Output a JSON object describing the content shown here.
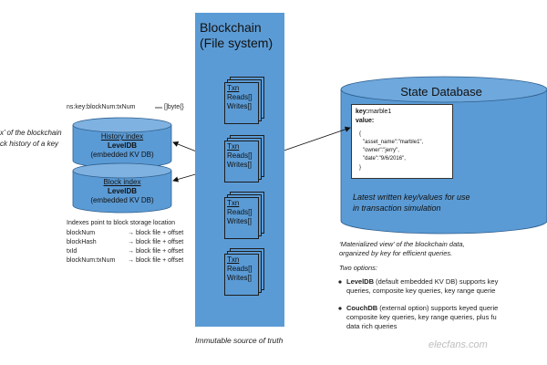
{
  "chain": {
    "title_line1": "Blockchain",
    "title_line2": "(File system)",
    "caption": "Immutable source of truth",
    "txn_label": "Txn",
    "reads_label": "Reads[]",
    "writes_label": "Writes[]"
  },
  "history": {
    "title": "History index",
    "line2": "LevelDB",
    "line3": "(embedded KV DB)",
    "key_format": "ns:key:blockNum:txNum",
    "value_format": "[]byte{}"
  },
  "block_index": {
    "title": "Block index",
    "line2": "LevelDB",
    "line3": "(embedded KV DB)",
    "note": "Indexes point to block storage location",
    "rows": [
      {
        "key": "blockNum",
        "value": "block file + offset"
      },
      {
        "key": "blockHash",
        "value": "block file + offset"
      },
      {
        "key": "txId",
        "value": "block file + offset"
      },
      {
        "key": "blockNum:txNum",
        "value": "block file + offset"
      }
    ]
  },
  "left_notes": {
    "line1": "x’ of the blockchain",
    "line2": "ck history of a key"
  },
  "state": {
    "title": "State Database",
    "kv_key_label": "key:",
    "kv_key_value": "marble1",
    "kv_value_label": "value:",
    "kv_open": "{",
    "kv_line1": "\"asset_name\":\"marble1\",",
    "kv_line2": "\"owner\":\"jerry\",",
    "kv_line3": "\"date\":\"9/6/2016\",",
    "kv_close": "}",
    "latest_line1": "Latest written key/values for use",
    "latest_line2": "in transaction simulation"
  },
  "right_notes": {
    "mv_line1": "‘Materialized view’ of the blockchain data,",
    "mv_line2": "organized by key for efficient queries.",
    "two_options": "Two options:",
    "opt1_name": "LevelDB",
    "opt1_rest": " (default embedded KV DB) supports key",
    "opt1_line2": "queries, composite key queries, key range querie",
    "opt2_name": "CouchDB",
    "opt2_rest": " (external option) supports keyed querie",
    "opt2_line2": "composite key queries, key range queries, plus fu",
    "opt2_line3": "data rich queries"
  },
  "watermark": "elecfans.com"
}
